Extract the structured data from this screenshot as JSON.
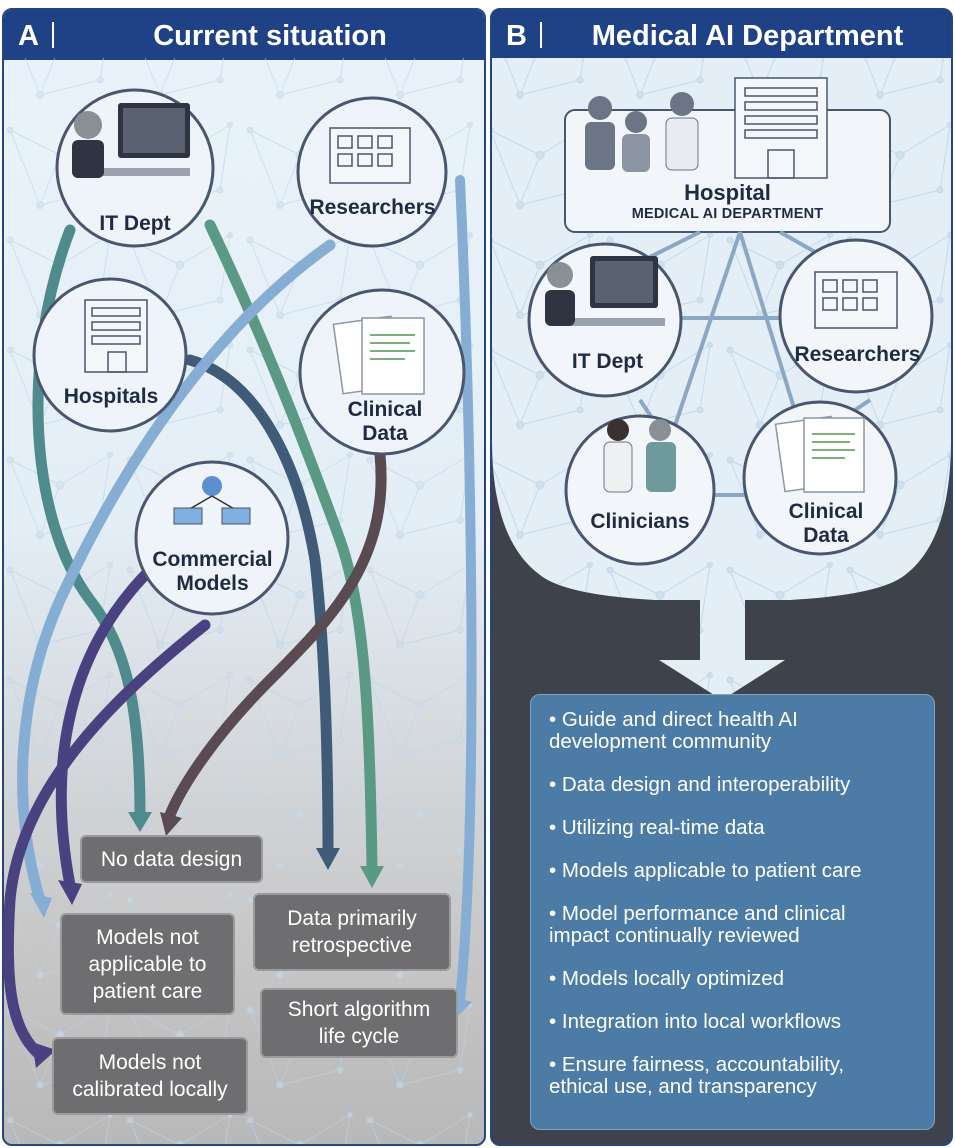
{
  "panel_a": {
    "letter": "A",
    "title": "Current situation",
    "nodes": {
      "it_dept": "IT Dept",
      "researchers": "Researchers",
      "hospitals": "Hospitals",
      "clinical_data_1": "Clinical",
      "clinical_data_2": "Data",
      "commercial_1": "Commercial",
      "commercial_2": "Models"
    },
    "outcomes": {
      "no_data_design": "No data design",
      "data_retro_1": "Data primarily",
      "data_retro_2": "retrospective",
      "not_applicable_1": "Models not",
      "not_applicable_2": "applicable to",
      "not_applicable_3": "patient care",
      "short_cycle_1": "Short algorithm",
      "short_cycle_2": "life cycle",
      "not_calibrated_1": "Models not",
      "not_calibrated_2": "calibrated locally"
    }
  },
  "panel_b": {
    "letter": "B",
    "title": "Medical AI Department",
    "hospital": "Hospital",
    "hospital_sub": "MEDICAL AI DEPARTMENT",
    "nodes": {
      "it_dept": "IT Dept",
      "researchers": "Researchers",
      "clinicians": "Clinicians",
      "clinical_data_1": "Clinical",
      "clinical_data_2": "Data"
    },
    "bullets": [
      [
        "Guide and direct health AI",
        "development community"
      ],
      [
        "Data design and interoperability"
      ],
      [
        "Utilizing real-time data"
      ],
      [
        "Models applicable to patient care"
      ],
      [
        "Model performance and clinical",
        "impact continually reviewed"
      ],
      [
        "Models locally optimized"
      ],
      [
        "Integration into local workflows"
      ],
      [
        "Ensure fairness, accountability,",
        "ethical use, and transparency"
      ]
    ]
  },
  "colors": {
    "header_blue": "#1f4185",
    "arrow_teal": "#4f8b8c",
    "arrow_green": "#5a9a85",
    "arrow_slate": "#3f5b78",
    "arrow_lightblue": "#86aed4",
    "arrow_purple": "#4a4280",
    "arrow_brown": "#5a4a52",
    "outcome_gray": "#6e6e70",
    "list_blue": "#4c7ba5"
  }
}
